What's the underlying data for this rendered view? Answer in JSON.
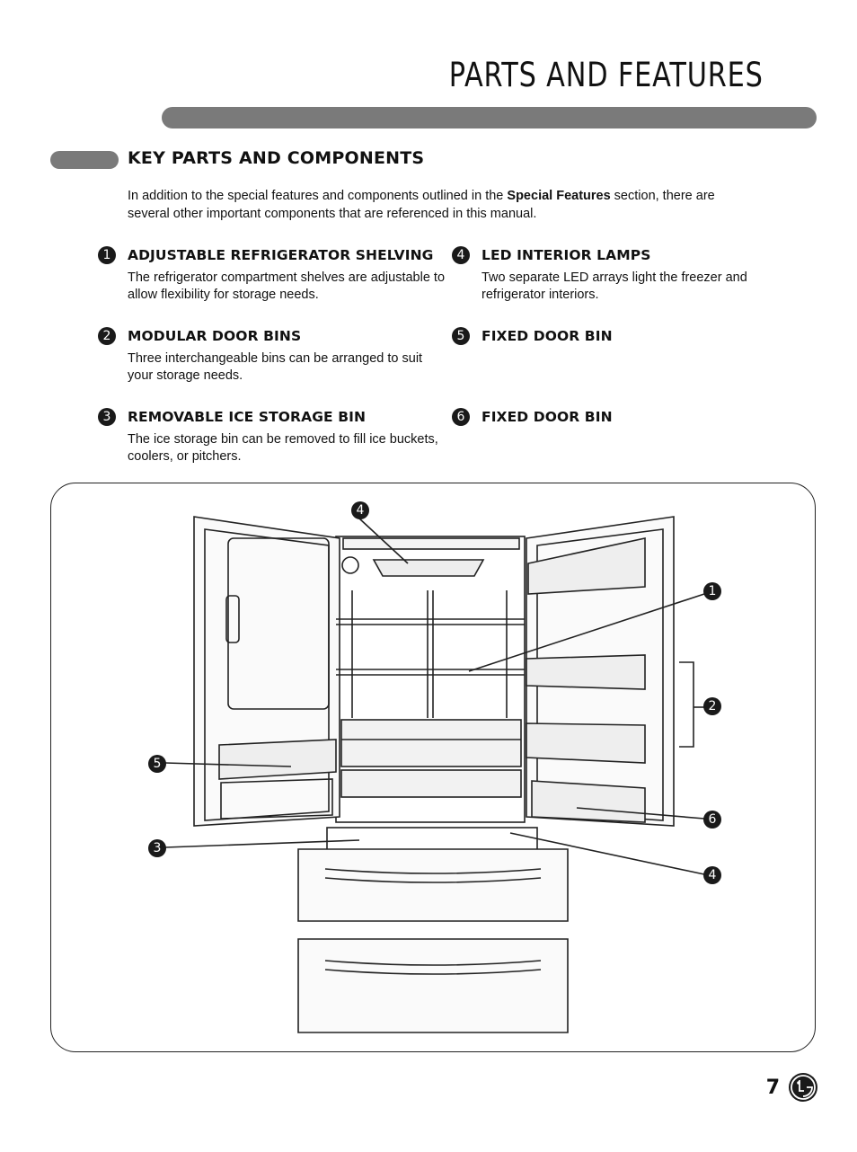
{
  "page": {
    "title": "PARTS AND FEATURES",
    "number": "7"
  },
  "section": {
    "heading": "KEY PARTS AND COMPONENTS",
    "intro_before": "In addition to the special features and components outlined in the ",
    "intro_bold": "Special Features",
    "intro_after": " section, there are several other important components that are referenced in this manual."
  },
  "items": [
    {
      "num": "1",
      "heading": "ADJUSTABLE REFRIGERATOR SHELVING",
      "desc": "The refrigerator compartment shelves are adjustable to allow flexibility for storage needs."
    },
    {
      "num": "2",
      "heading": "MODULAR DOOR BINS",
      "desc": "Three interchangeable bins can be arranged to suit your storage needs."
    },
    {
      "num": "3",
      "heading": "REMOVABLE ICE STORAGE BIN",
      "desc": "The ice storage bin can be removed to fill ice buckets, coolers, or pitchers."
    },
    {
      "num": "4",
      "heading": "LED INTERIOR LAMPS",
      "desc": "Two separate LED arrays light the freezer and refrigerator interiors."
    },
    {
      "num": "5",
      "heading": "FIXED DOOR BIN",
      "desc": ""
    },
    {
      "num": "6",
      "heading": "FIXED DOOR BIN",
      "desc": ""
    }
  ],
  "diagram": {
    "callouts": [
      "4",
      "1",
      "2",
      "5",
      "6",
      "3",
      "4"
    ]
  },
  "logo": {
    "icon": "lg-logo-icon",
    "text": "LG"
  }
}
